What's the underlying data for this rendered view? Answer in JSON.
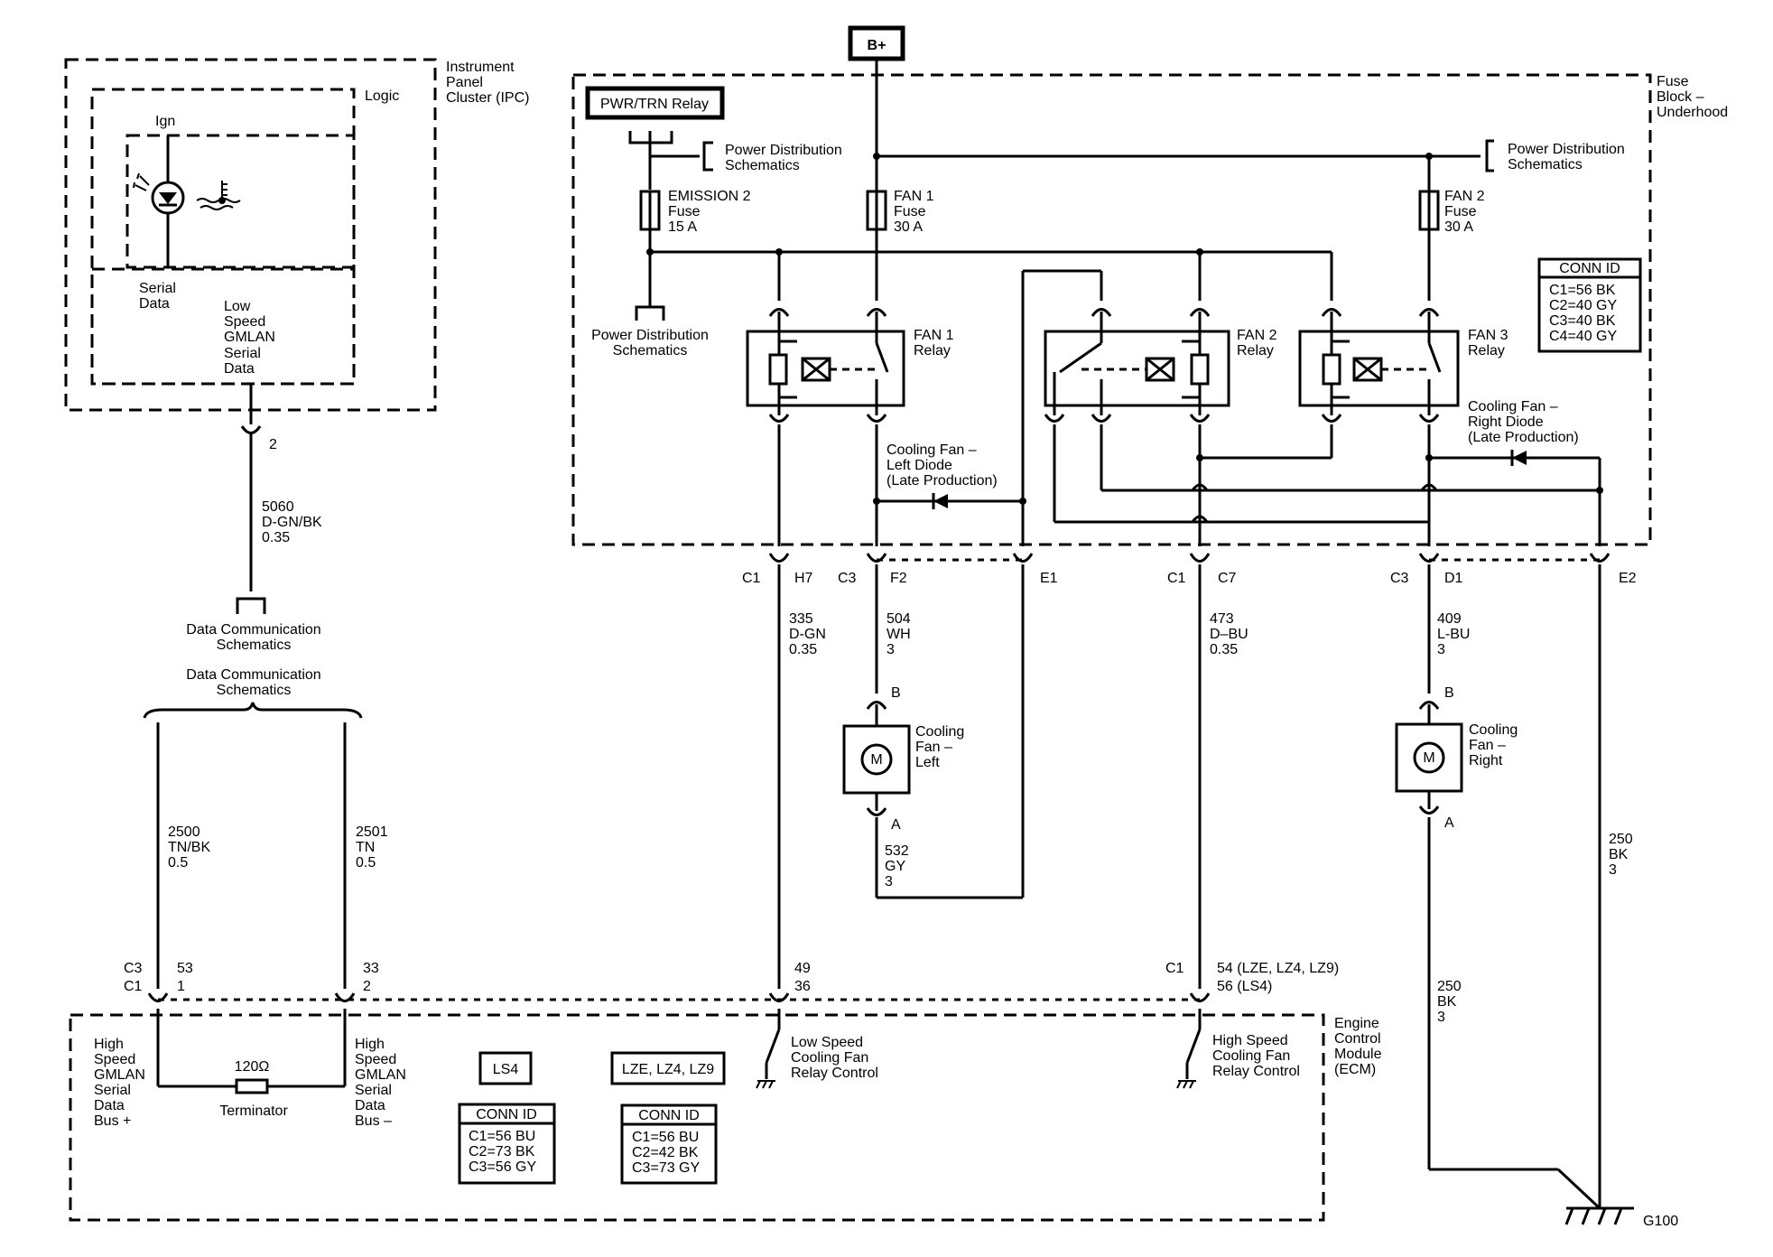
{
  "labels": {
    "ipc_title_1": "Instrument",
    "ipc_title_2": "Panel",
    "ipc_title_3": "Cluster (IPC)",
    "logic": "Logic",
    "ign": "Ign",
    "serial_data_1": "Serial",
    "serial_data_2": "Data",
    "lsgmlan_1": "Low",
    "lsgmlan_2": "Speed",
    "lsgmlan_3": "GMLAN",
    "lsgmlan_4": "Serial",
    "lsgmlan_5": "Data",
    "ipc_pin": "2",
    "wire5060_1": "5060",
    "wire5060_2": "D-GN/BK",
    "wire5060_3": "0.35",
    "datacomm_1_a": "Data Communication",
    "datacomm_1_b": "Schematics",
    "datacomm_2_a": "Data Communication",
    "datacomm_2_b": "Schematics",
    "bplus": "B+",
    "fuseblock_1": "Fuse",
    "fuseblock_2": "Block –",
    "fuseblock_3": "Underhood",
    "pwrtrn": "PWR/TRN Relay",
    "pd_left_1": "Power Distribution",
    "pd_left_2": "Schematics",
    "pd_right_1": "Power Distribution",
    "pd_right_2": "Schematics",
    "pd_lower_1": "Power Distribution",
    "pd_lower_2": "Schematics",
    "emission_1": "EMISSION 2",
    "emission_2": "Fuse",
    "emission_3": "15 A",
    "fan1fuse_1": "FAN 1",
    "fan1fuse_2": "Fuse",
    "fan1fuse_3": "30 A",
    "fan2fuse_1": "FAN 2",
    "fan2fuse_2": "Fuse",
    "fan2fuse_3": "30 A",
    "connid_fb_title": "CONN ID",
    "connid_fb_1": "C1=56 BK",
    "connid_fb_2": "C2=40 GY",
    "connid_fb_3": "C3=40 BK",
    "connid_fb_4": "C4=40 GY",
    "fan1relay_1": "FAN 1",
    "fan1relay_2": "Relay",
    "fan2relay_1": "FAN 2",
    "fan2relay_2": "Relay",
    "fan3relay_1": "FAN 3",
    "fan3relay_2": "Relay",
    "ldiode_1": "Cooling Fan –",
    "ldiode_2": "Left Diode",
    "ldiode_3": "(Late Production)",
    "rdiode_1": "Cooling Fan –",
    "rdiode_2": "Right Diode",
    "rdiode_3": "(Late Production)",
    "c1_h7_a": "C1",
    "c1_h7_b": "H7",
    "c3_f2_a": "C3",
    "c3_f2_b": "F2",
    "e1": "E1",
    "c1_c7_a": "C1",
    "c1_c7_b": "C7",
    "c3_d1_a": "C3",
    "c3_d1_b": "D1",
    "e2": "E2",
    "w335_1": "335",
    "w335_2": "D-GN",
    "w335_3": "0.35",
    "w504_1": "504",
    "w504_2": "WH",
    "w504_3": "3",
    "w473_1": "473",
    "w473_2": "D–BU",
    "w473_3": "0.35",
    "w409_1": "409",
    "w409_2": "L-BU",
    "w409_3": "3",
    "fanL_b": "B",
    "fanL_a": "A",
    "fanL_1": "Cooling",
    "fanL_2": "Fan –",
    "fanL_3": "Left",
    "fanR_b": "B",
    "fanR_a": "A",
    "fanR_1": "Cooling",
    "fanR_2": "Fan –",
    "fanR_3": "Right",
    "motor": "M",
    "w532_1": "532",
    "w532_2": "GY",
    "w532_3": "3",
    "w250a_1": "250",
    "w250a_2": "BK",
    "w250a_3": "3",
    "w250b_1": "250",
    "w250b_2": "BK",
    "w250b_3": "3",
    "w2500_1": "2500",
    "w2500_2": "TN/BK",
    "w2500_3": "0.5",
    "w2501_1": "2501",
    "w2501_2": "TN",
    "w2501_3": "0.5",
    "ecm_c3": "C3",
    "ecm_c1": "C1",
    "pin53": "53",
    "pin1": "1",
    "pin33": "33",
    "pin2": "2",
    "pin49": "49",
    "pin36": "36",
    "ecm_c1b": "C1",
    "pin54": "54 (LZE, LZ4, LZ9)",
    "pin56": "56 (LS4)",
    "hs_plus_1": "High",
    "hs_plus_2": "Speed",
    "hs_plus_3": "GMLAN",
    "hs_plus_4": "Serial",
    "hs_plus_5": "Data",
    "hs_plus_6": "Bus +",
    "hs_minus_1": "High",
    "hs_minus_2": "Speed",
    "hs_minus_3": "GMLAN",
    "hs_minus_4": "Serial",
    "hs_minus_5": "Data",
    "hs_minus_6": "Bus –",
    "terminator_value": "120Ω",
    "terminator": "Terminator",
    "ls4": "LS4",
    "lze": "LZE, LZ4, LZ9",
    "connid_ls4_title": "CONN ID",
    "connid_ls4_1": "C1=56 BU",
    "connid_ls4_2": "C2=73 BK",
    "connid_ls4_3": "C3=56 GY",
    "connid_lze_title": "CONN ID",
    "connid_lze_1": "C1=56 BU",
    "connid_lze_2": "C2=42 BK",
    "connid_lze_3": "C3=73 GY",
    "lowspeed_1": "Low Speed",
    "lowspeed_2": "Cooling Fan",
    "lowspeed_3": "Relay Control",
    "highspeed_1": "High Speed",
    "highspeed_2": "Cooling Fan",
    "highspeed_3": "Relay Control",
    "ecm_1": "Engine",
    "ecm_2": "Control",
    "ecm_3": "Module",
    "ecm_4": "(ECM)",
    "g100": "G100"
  }
}
